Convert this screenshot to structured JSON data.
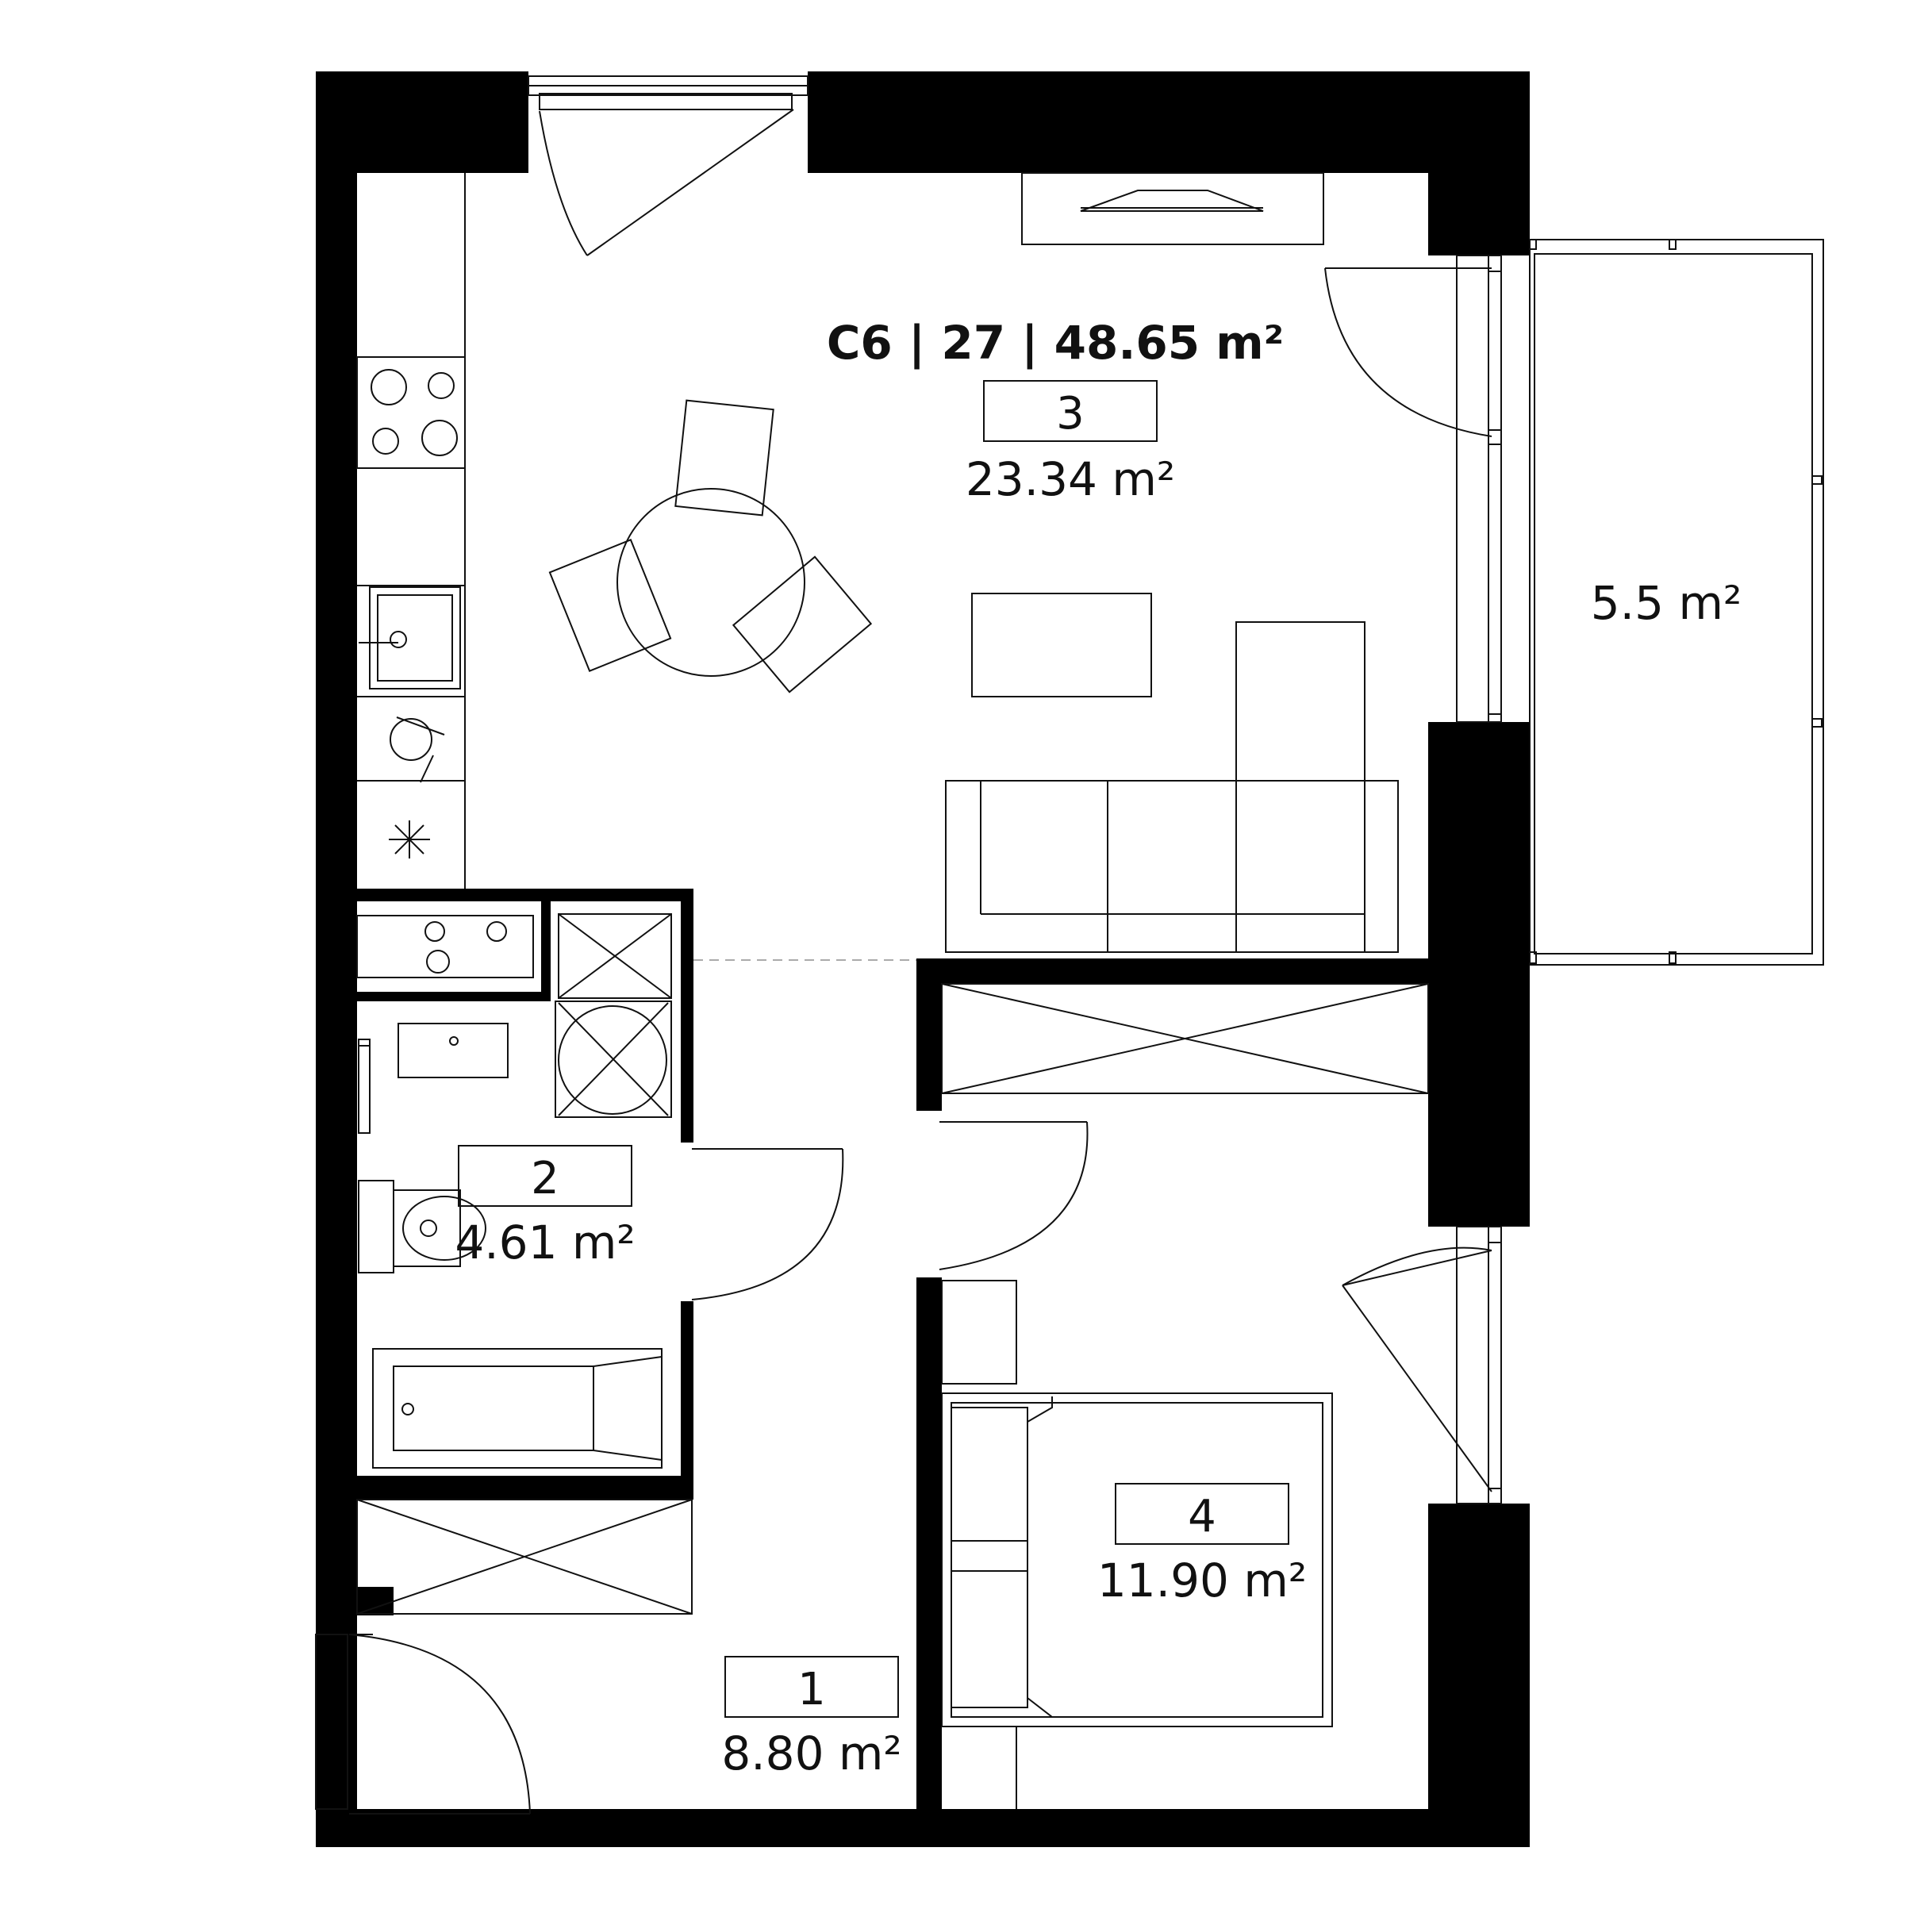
{
  "plan": {
    "header": "C6 | 27 | 48.65 m²",
    "rooms": [
      {
        "number": "1",
        "area": "8.80 m²"
      },
      {
        "number": "2",
        "area": "4.61 m²"
      },
      {
        "number": "3",
        "area": "23.34 m²"
      },
      {
        "number": "4",
        "area": "11.90 m²"
      }
    ],
    "balcony": {
      "area": "5.5 m²"
    }
  }
}
